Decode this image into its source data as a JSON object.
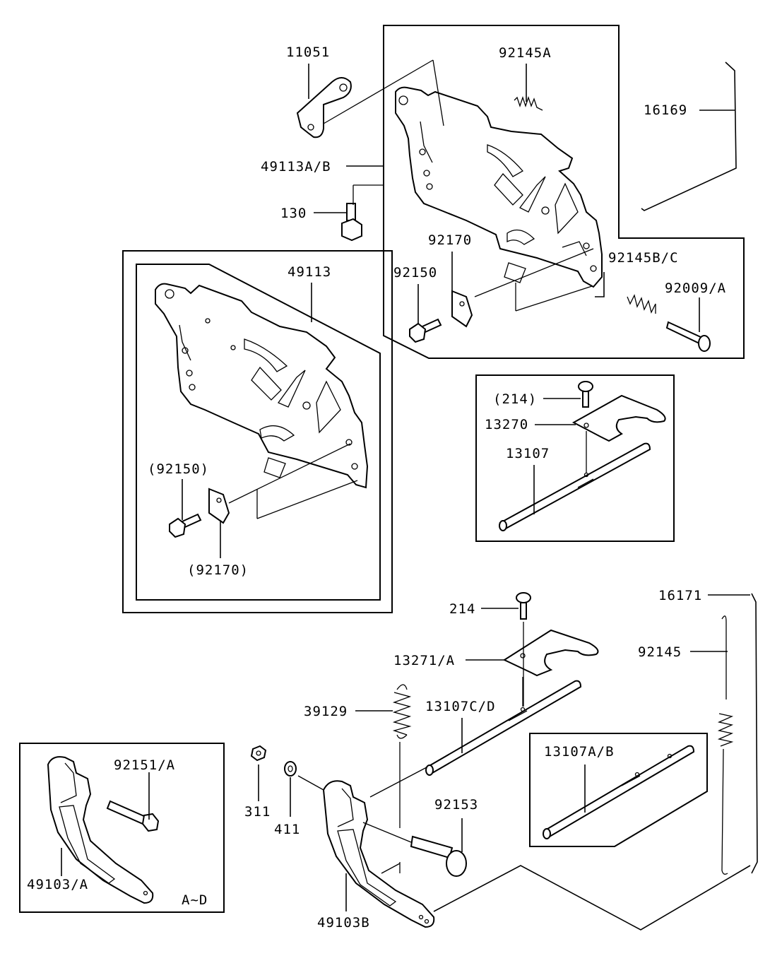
{
  "diagram": {
    "labels": {
      "l11051": "11051",
      "l92145A": "92145A",
      "l16169": "16169",
      "l49113AB": "49113A/B",
      "l130": "130",
      "l92170": "92170",
      "l92150": "92150",
      "l92145BC": "92145B/C",
      "l92009A": "92009/A",
      "l49113": "49113",
      "l92150p": "(92150)",
      "l92170p": "(92170)",
      "l214p": "(214)",
      "l13270": "13270",
      "l13107": "13107",
      "l16171": "16171",
      "l214": "214",
      "l92145": "92145",
      "l13271A": "13271/A",
      "l39129": "39129",
      "l13107CD": "13107C/D",
      "l13107AB": "13107A/B",
      "l92151A": "92151/A",
      "l311": "311",
      "l411": "411",
      "l92153": "92153",
      "l49103A": "49103/A",
      "l49103B": "49103B",
      "lAD": "A~D"
    }
  }
}
